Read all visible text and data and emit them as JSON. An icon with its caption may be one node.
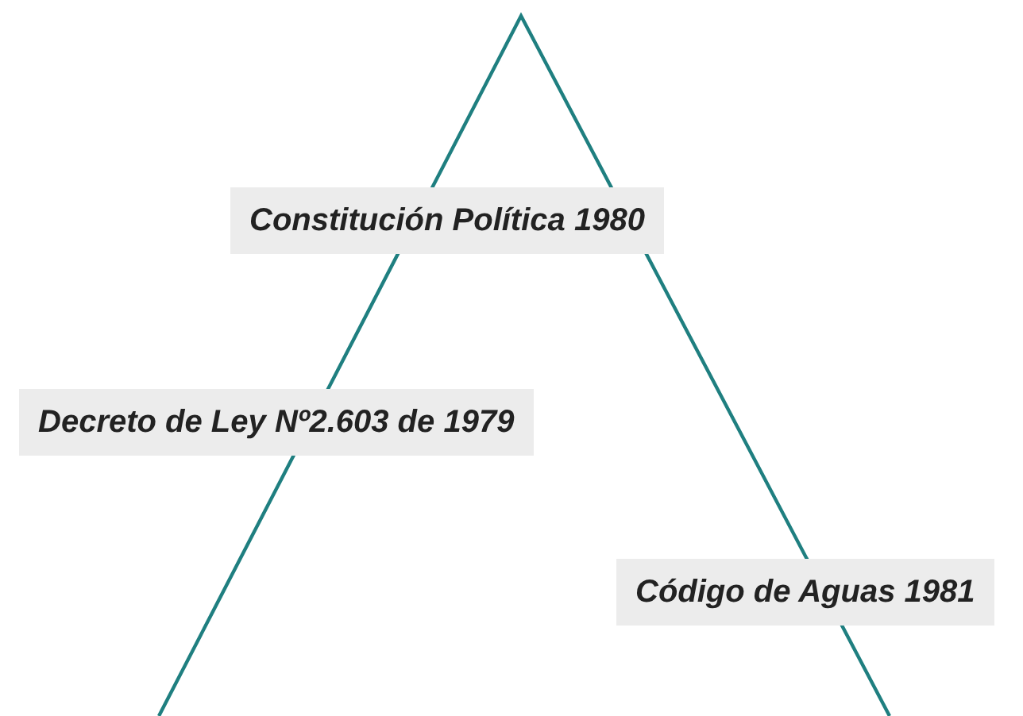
{
  "diagram": {
    "labels": [
      "Constitución Política 1980",
      "Decreto de Ley Nº2.603 de 1979",
      "Código de Aguas 1981"
    ]
  }
}
